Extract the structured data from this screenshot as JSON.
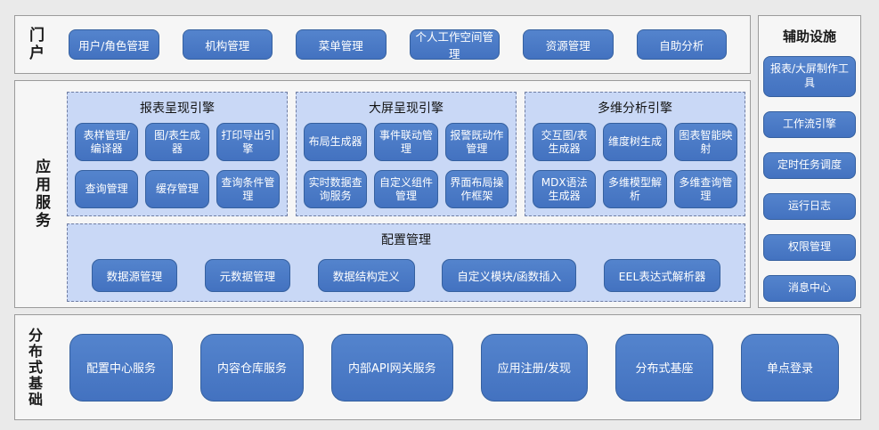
{
  "colors": {
    "page_background": "#eaeaea",
    "panel_background": "#f6f6f6",
    "panel_border": "#9b9b9b",
    "button_blue": "#4472c4",
    "button_border": "#35609f",
    "group_background": "#c9d8f6",
    "group_dashed_border": "#6f7da3",
    "button_text": "#ffffff",
    "label_text": "#1a1a1a"
  },
  "sections": {
    "portal": {
      "label": "门户",
      "buttons": [
        "用户/角色管理",
        "机构管理",
        "菜单管理",
        "个人工作空间管理",
        "资源管理",
        "自助分析"
      ]
    },
    "app_services": {
      "label": "应用服务",
      "groups": [
        {
          "title": "报表呈现引擎",
          "buttons": [
            "表样管理/编译器",
            "图/表生成器",
            "打印导出引擎",
            "查询管理",
            "缓存管理",
            "查询条件管理"
          ]
        },
        {
          "title": "大屏呈现引擎",
          "buttons": [
            "布局生成器",
            "事件联动管理",
            "报警既动作管理",
            "实时数据查询服务",
            "自定义组件管理",
            "界面布局操作框架"
          ]
        },
        {
          "title": "多维分析引擎",
          "buttons": [
            "交互图/表生成器",
            "维度树生成",
            "图表智能映射",
            "MDX语法生成器",
            "多维模型解析",
            "多维查询管理"
          ]
        }
      ],
      "config_group": {
        "title": "配置管理",
        "buttons": [
          "数据源管理",
          "元数据管理",
          "数据结构定义",
          "自定义模块/函数插入",
          "EEL表达式解析器"
        ]
      }
    },
    "auxiliary": {
      "label": "辅助设施",
      "buttons": [
        "报表/大屏制作工具",
        "工作流引擎",
        "定时任务调度",
        "运行日志",
        "权限管理",
        "消息中心"
      ]
    },
    "distributed": {
      "label": "分布式基础",
      "buttons": [
        "配置中心服务",
        "内容仓库服务",
        "内部API网关服务",
        "应用注册/发现",
        "分布式基座",
        "单点登录"
      ]
    }
  }
}
